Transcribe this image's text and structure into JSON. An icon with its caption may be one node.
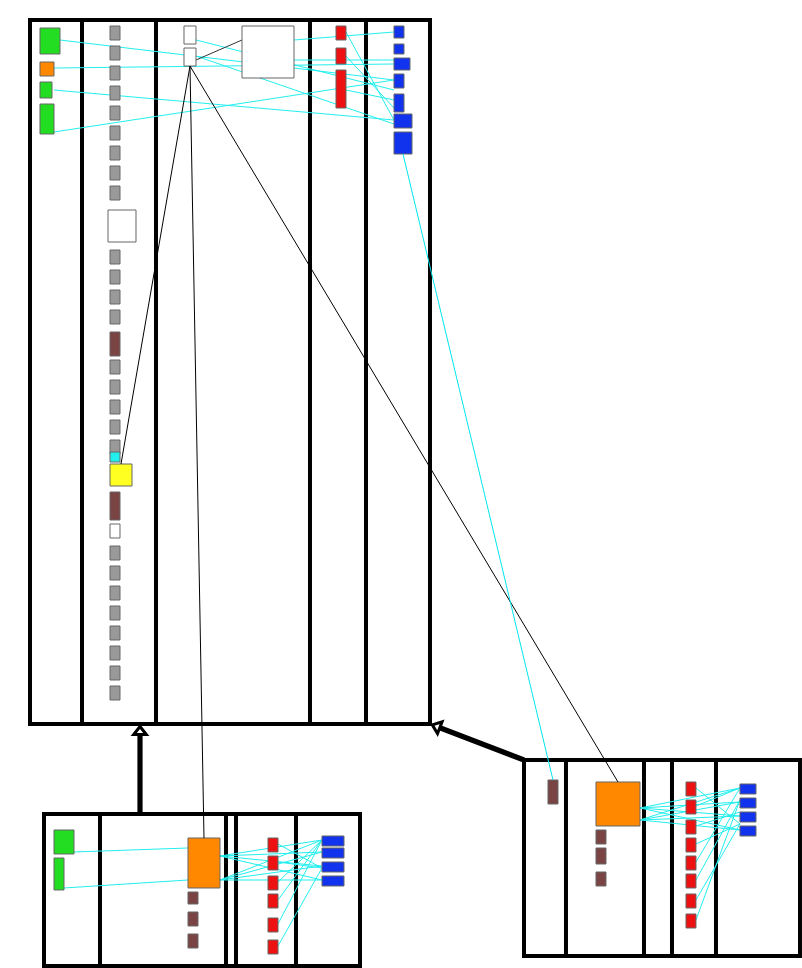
{
  "diagram": {
    "nodes": [
      {
        "text": [],
        "shape": "box"
      },
      {
        "text": [],
        "shape": "box"
      },
      {
        "text": [],
        "shape": "box"
      },
      {
        "text": [],
        "shape": "box",
        "in": 0
      },
      {
        "text": [],
        "shape": "box",
        "in": 0
      },
      {
        "text": [],
        "shape": "box",
        "in": 1
      },
      {
        "text": [],
        "shape": "box",
        "in": 2
      },
      {
        "text": [],
        "shape": "box",
        "in": 2
      },
      {
        "text": [],
        "shape": "box",
        "in": 0
      }
    ],
    "edges": [
      {
        "from": 1,
        "to": 0,
        "arrow": "to",
        "style": "thick"
      },
      {
        "from": 2,
        "to": 0,
        "arrow": "to",
        "style": "thick"
      },
      {
        "from": 5,
        "to": 3,
        "arrow": "none"
      },
      {
        "from": 6,
        "to": 3,
        "arrow": "none"
      },
      {
        "from": 7,
        "to": 4,
        "arrow": "none",
        "color": "#00e5ee"
      },
      {
        "from": 8,
        "to": 3,
        "arrow": "none"
      }
    ]
  }
}
